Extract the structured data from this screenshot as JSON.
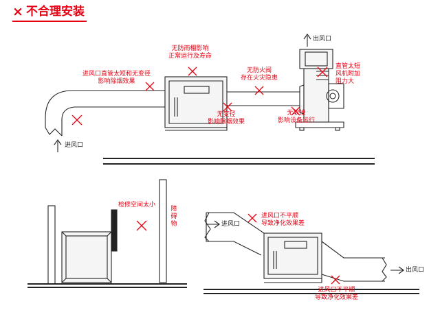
{
  "title": {
    "prefix": "×",
    "text": "不合理安装"
  },
  "colors": {
    "accent": "#e60012",
    "line": "#222222",
    "body_fill": "#f5f5f5"
  },
  "top_diagram": {
    "annotations": {
      "inlet_pipe_short": [
        "进风口直管太短和无变径",
        "影响除烟效果"
      ],
      "no_rain_shed": [
        "无防雨棚影响",
        "正常运行及寿命"
      ],
      "no_reducer": [
        "无变径",
        "影响除烟效果"
      ],
      "no_fire_valve": [
        "无防火阀",
        "存在火灾隐患"
      ],
      "no_soft_joint": [
        "无软接",
        "影响设备运行"
      ],
      "fan_pipe_short": [
        "直管太短",
        "风机附加",
        "阻力大"
      ]
    },
    "labels": {
      "air_inlet": "进风口",
      "air_outlet": "出风口"
    }
  },
  "bottom_left": {
    "annotations": {
      "service_space": "检修空间太小",
      "obstacle": "障碍物"
    }
  },
  "bottom_right": {
    "labels": {
      "air_inlet": "进风口",
      "air_outlet": "出风口"
    },
    "annotations": {
      "inlet_uneven": [
        "进风口不平顺",
        "导致净化效果差"
      ],
      "outlet_uneven": [
        "进风口不平顺",
        "导致净化效果差"
      ]
    }
  }
}
